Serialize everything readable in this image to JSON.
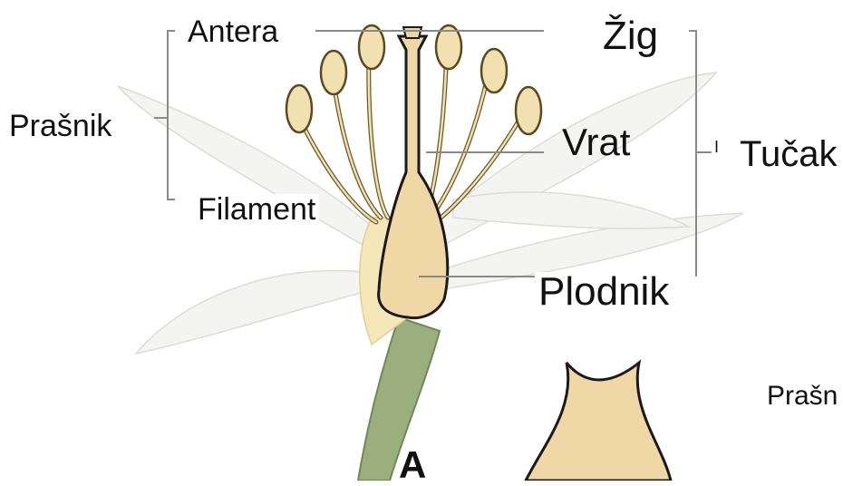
{
  "labels": {
    "antera": "Antera",
    "zig": "Žig",
    "prasnik": "Prašnik",
    "vrat": "Vrat",
    "tucak": "Tučak",
    "filament": "Filament",
    "plodnik": "Plodnik",
    "prasnik_cut": "Prašn",
    "panel_letter": "A",
    "stray_mark": "I"
  },
  "colors": {
    "stamen": "#f2e0b0",
    "stamen_outline": "#6b5a2a",
    "petal": "#f4f4f2",
    "petal_outline": "#d8d8d4",
    "stem": "#9aae7e",
    "stem_dark": "#6f8a52",
    "pistil": "#f0d7a6",
    "leader_line": "#8a8a8a",
    "text": "#111111"
  }
}
